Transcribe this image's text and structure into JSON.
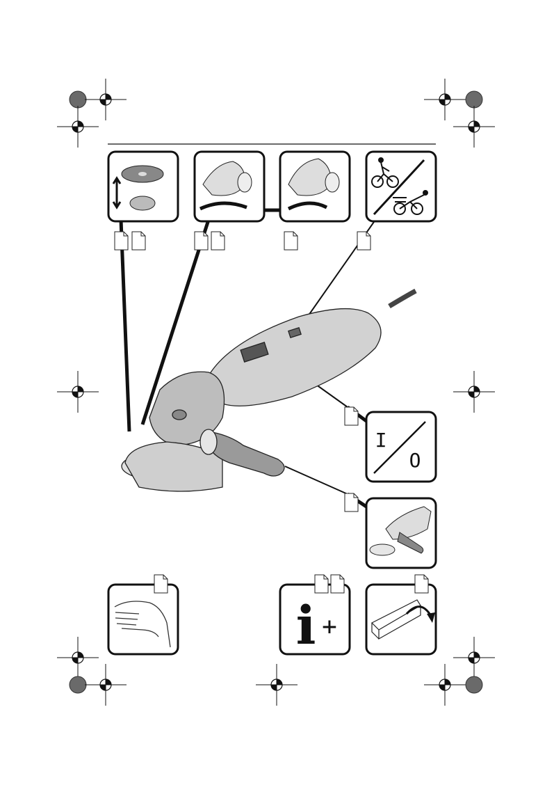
{
  "symbols": {
    "on_label": "I",
    "off_label": "O",
    "info_letter": "i",
    "info_plus": "+"
  },
  "colors": {
    "ink": "#111111",
    "tool_gray": "#c8c8c8",
    "tool_dark": "#8a8a8a",
    "reg_disc": "#6a6a6a"
  }
}
